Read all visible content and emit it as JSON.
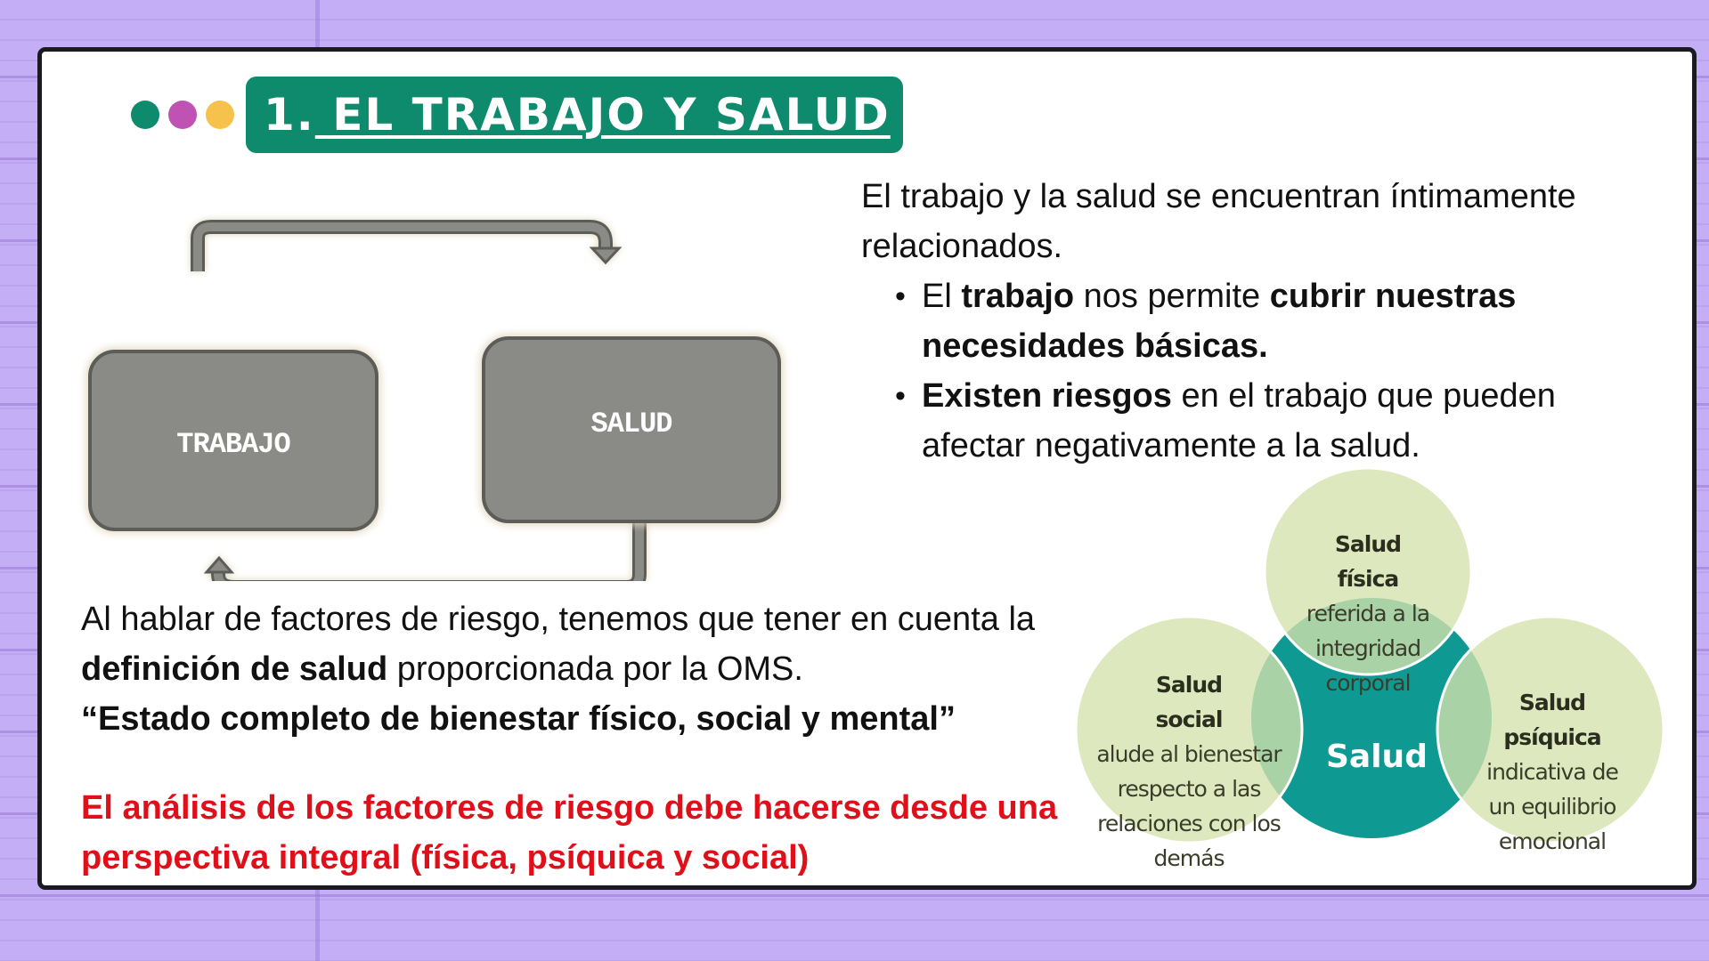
{
  "slide": {
    "title_number": "1.",
    "title_text": " EL TRABAJO Y SALUD",
    "dots": [
      {
        "color": "#0e8a6c"
      },
      {
        "color": "#c052b3"
      },
      {
        "color": "#f6c24c"
      }
    ]
  },
  "flow_diagram": {
    "box_left": "TRABAJO",
    "box_right": "SALUD",
    "arrow_top": "TRABAJO → SALUD",
    "arrow_bottom": "SALUD → TRABAJO"
  },
  "intro": {
    "line": "El trabajo y la salud se encuentran íntimamente relacionados.",
    "bullets": [
      {
        "parts": [
          {
            "text": "El ",
            "bold": false
          },
          {
            "text": "trabajo",
            "bold": true
          },
          {
            "text": " nos permite ",
            "bold": false
          },
          {
            "text": "cubrir nuestras necesidades básicas.",
            "bold": true
          }
        ]
      },
      {
        "parts": [
          {
            "text": "Existen riesgos",
            "bold": true
          },
          {
            "text": " en el trabajo que pueden afectar negativamente a la salud.",
            "bold": false
          }
        ]
      }
    ]
  },
  "oms": {
    "p1_a": "Al hablar de factores de riesgo, tenemos que tener en cuenta la ",
    "p1_bold": "definición de salud",
    "p1_b": " proporcionada por la OMS.",
    "quote": "“Estado completo de bienestar físico, social y mental”"
  },
  "highlight": {
    "text": "El análisis de los factores de riesgo debe hacerse desde una perspectiva integral (física, psíquica y social)",
    "color": "#e0101a"
  },
  "venn": {
    "center": "Salud",
    "center_color": "#0e9a92",
    "circle_color": "#d5e2ac",
    "fisica": {
      "title1": "Salud",
      "title2": "física",
      "desc": [
        "referida a la",
        "integridad",
        "corporal"
      ]
    },
    "social": {
      "title1": "Salud",
      "title2": "social",
      "desc": [
        "alude al bienestar",
        "respecto a las",
        "relaciones con los",
        "demás"
      ]
    },
    "psiquica": {
      "title1": "Salud",
      "title2": "psíquica",
      "desc": [
        "indicativa de",
        "un equilibrio",
        "emocional"
      ]
    }
  }
}
